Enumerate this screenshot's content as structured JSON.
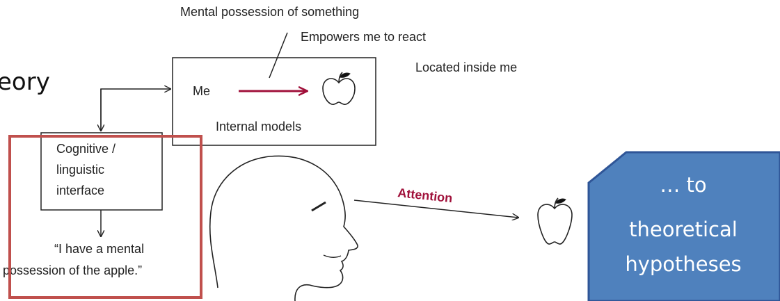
{
  "slide": {
    "title_fragment": "eory"
  },
  "diagram": {
    "top_caption": "Mental possession of something",
    "empowers_caption": "Empowers me to react",
    "located_caption": "Located inside me",
    "me_label": "Me",
    "internal_models_label": "Internal models",
    "interface_box_lines": [
      "Cognitive /",
      "linguistic",
      "interface"
    ],
    "quote_lines": [
      "“I have a mental",
      "possession of the apple.”"
    ],
    "attention_label": "Attention",
    "colors": {
      "arrow_red": "#a0103a",
      "highlight_red": "#c0504d",
      "callout_fill": "#4f81bd",
      "callout_border": "#2f5597"
    }
  },
  "callout": {
    "lines": [
      "… to",
      "theoretical",
      "hypotheses"
    ]
  }
}
